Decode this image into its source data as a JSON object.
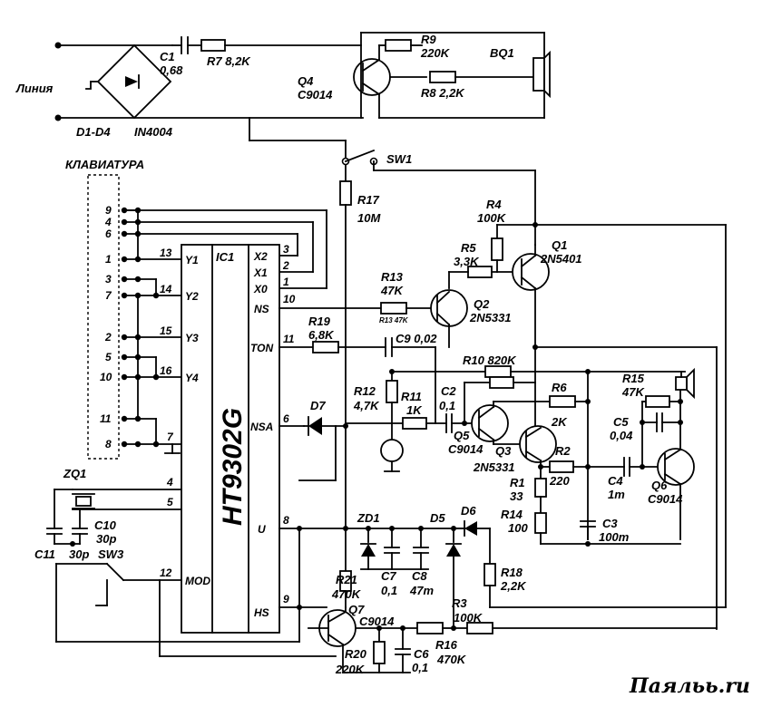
{
  "title_line": "Линия",
  "keypad": "КЛАВИАТУРА",
  "watermark": "Паяльь.ru",
  "ic": {
    "name": "HT9302G",
    "ref": "IC1"
  },
  "pins": {
    "y1": "Y1",
    "y2": "Y2",
    "y3": "Y3",
    "y4": "Y4",
    "x2": "X2",
    "x1": "X1",
    "x0": "X0",
    "ns": "NS",
    "ton": "TON",
    "nsa": "NSA",
    "u": "U",
    "hs": "HS",
    "mod": "MOD"
  },
  "pin_numbers": {
    "p13": "13",
    "p14": "14",
    "p15": "15",
    "p16": "16",
    "p7": "7",
    "p4": "4",
    "p5": "5",
    "p12": "12",
    "p3": "3",
    "p2": "2",
    "p1": "1",
    "p10": "10",
    "p11": "11",
    "p6": "6",
    "p8": "8",
    "p9": "9"
  },
  "key_pins": [
    "9",
    "4",
    "6",
    "1",
    "3",
    "7",
    "2",
    "5",
    "10",
    "11",
    "8"
  ],
  "components": {
    "c1": "C1",
    "c1v": "0,68",
    "r7": "R7 8,2K",
    "d1d4": "D1-D4",
    "d1d4v": "IN4004",
    "q4": "Q4",
    "q4v": "C9014",
    "r9": "R9",
    "r9v": "220K",
    "r8": "R8 2,2K",
    "bq1": "BQ1",
    "sw1": "SW1",
    "r17": "R17",
    "r17v": "10M",
    "r4": "R4",
    "r4v": "100K",
    "q1": "Q1",
    "q1v": "2N5401",
    "r5": "R5",
    "r5v": "3,3K",
    "r13": "R13",
    "r13v": "47K",
    "r13s": "R13 47K",
    "q2": "Q2",
    "q2v": "2N5331",
    "r19": "R19",
    "r19v": "6,8K",
    "c9": "C9 0,02",
    "r10": "R10 820K",
    "r12": "R12",
    "r12v": "4,7K",
    "r11": "R11",
    "r11v": "1K",
    "c2": "C2",
    "c2v": "0,1",
    "r6": "R6",
    "r6v": "2K",
    "r15": "R15",
    "r15v": "47K",
    "c5": "C5",
    "c5v": "0,04",
    "d7": "D7",
    "q5": "Q5",
    "q5v": "C9014",
    "q3": "Q3",
    "q3v": "2N5331",
    "r2": "R2",
    "r2v": "220",
    "c4": "C4",
    "c4v": "1m",
    "q6": "Q6",
    "q6v": "C9014",
    "r1": "R1",
    "r1v": "33",
    "r14": "R14",
    "r14v": "100",
    "c3": "C3",
    "c3v": "100m",
    "zq1": "ZQ1",
    "c10": "C10",
    "c10v": "30p",
    "c11": "C11",
    "c11v": "30p",
    "sw3": "SW3",
    "zd1": "ZD1",
    "d5": "D5",
    "d6": "D6",
    "c7": "C7",
    "c7v": "0,1",
    "c8": "C8",
    "c8v": "47m",
    "r18": "R18",
    "r18v": "2,2K",
    "r21": "R21",
    "r21v": "470K",
    "q7": "Q7",
    "q7v": "C9014",
    "r3": "R3",
    "r3v": "100K",
    "r16": "R16",
    "r16v": "470K",
    "r20": "R20",
    "r20v": "220K",
    "c6": "C6",
    "c6v": "0,1"
  }
}
